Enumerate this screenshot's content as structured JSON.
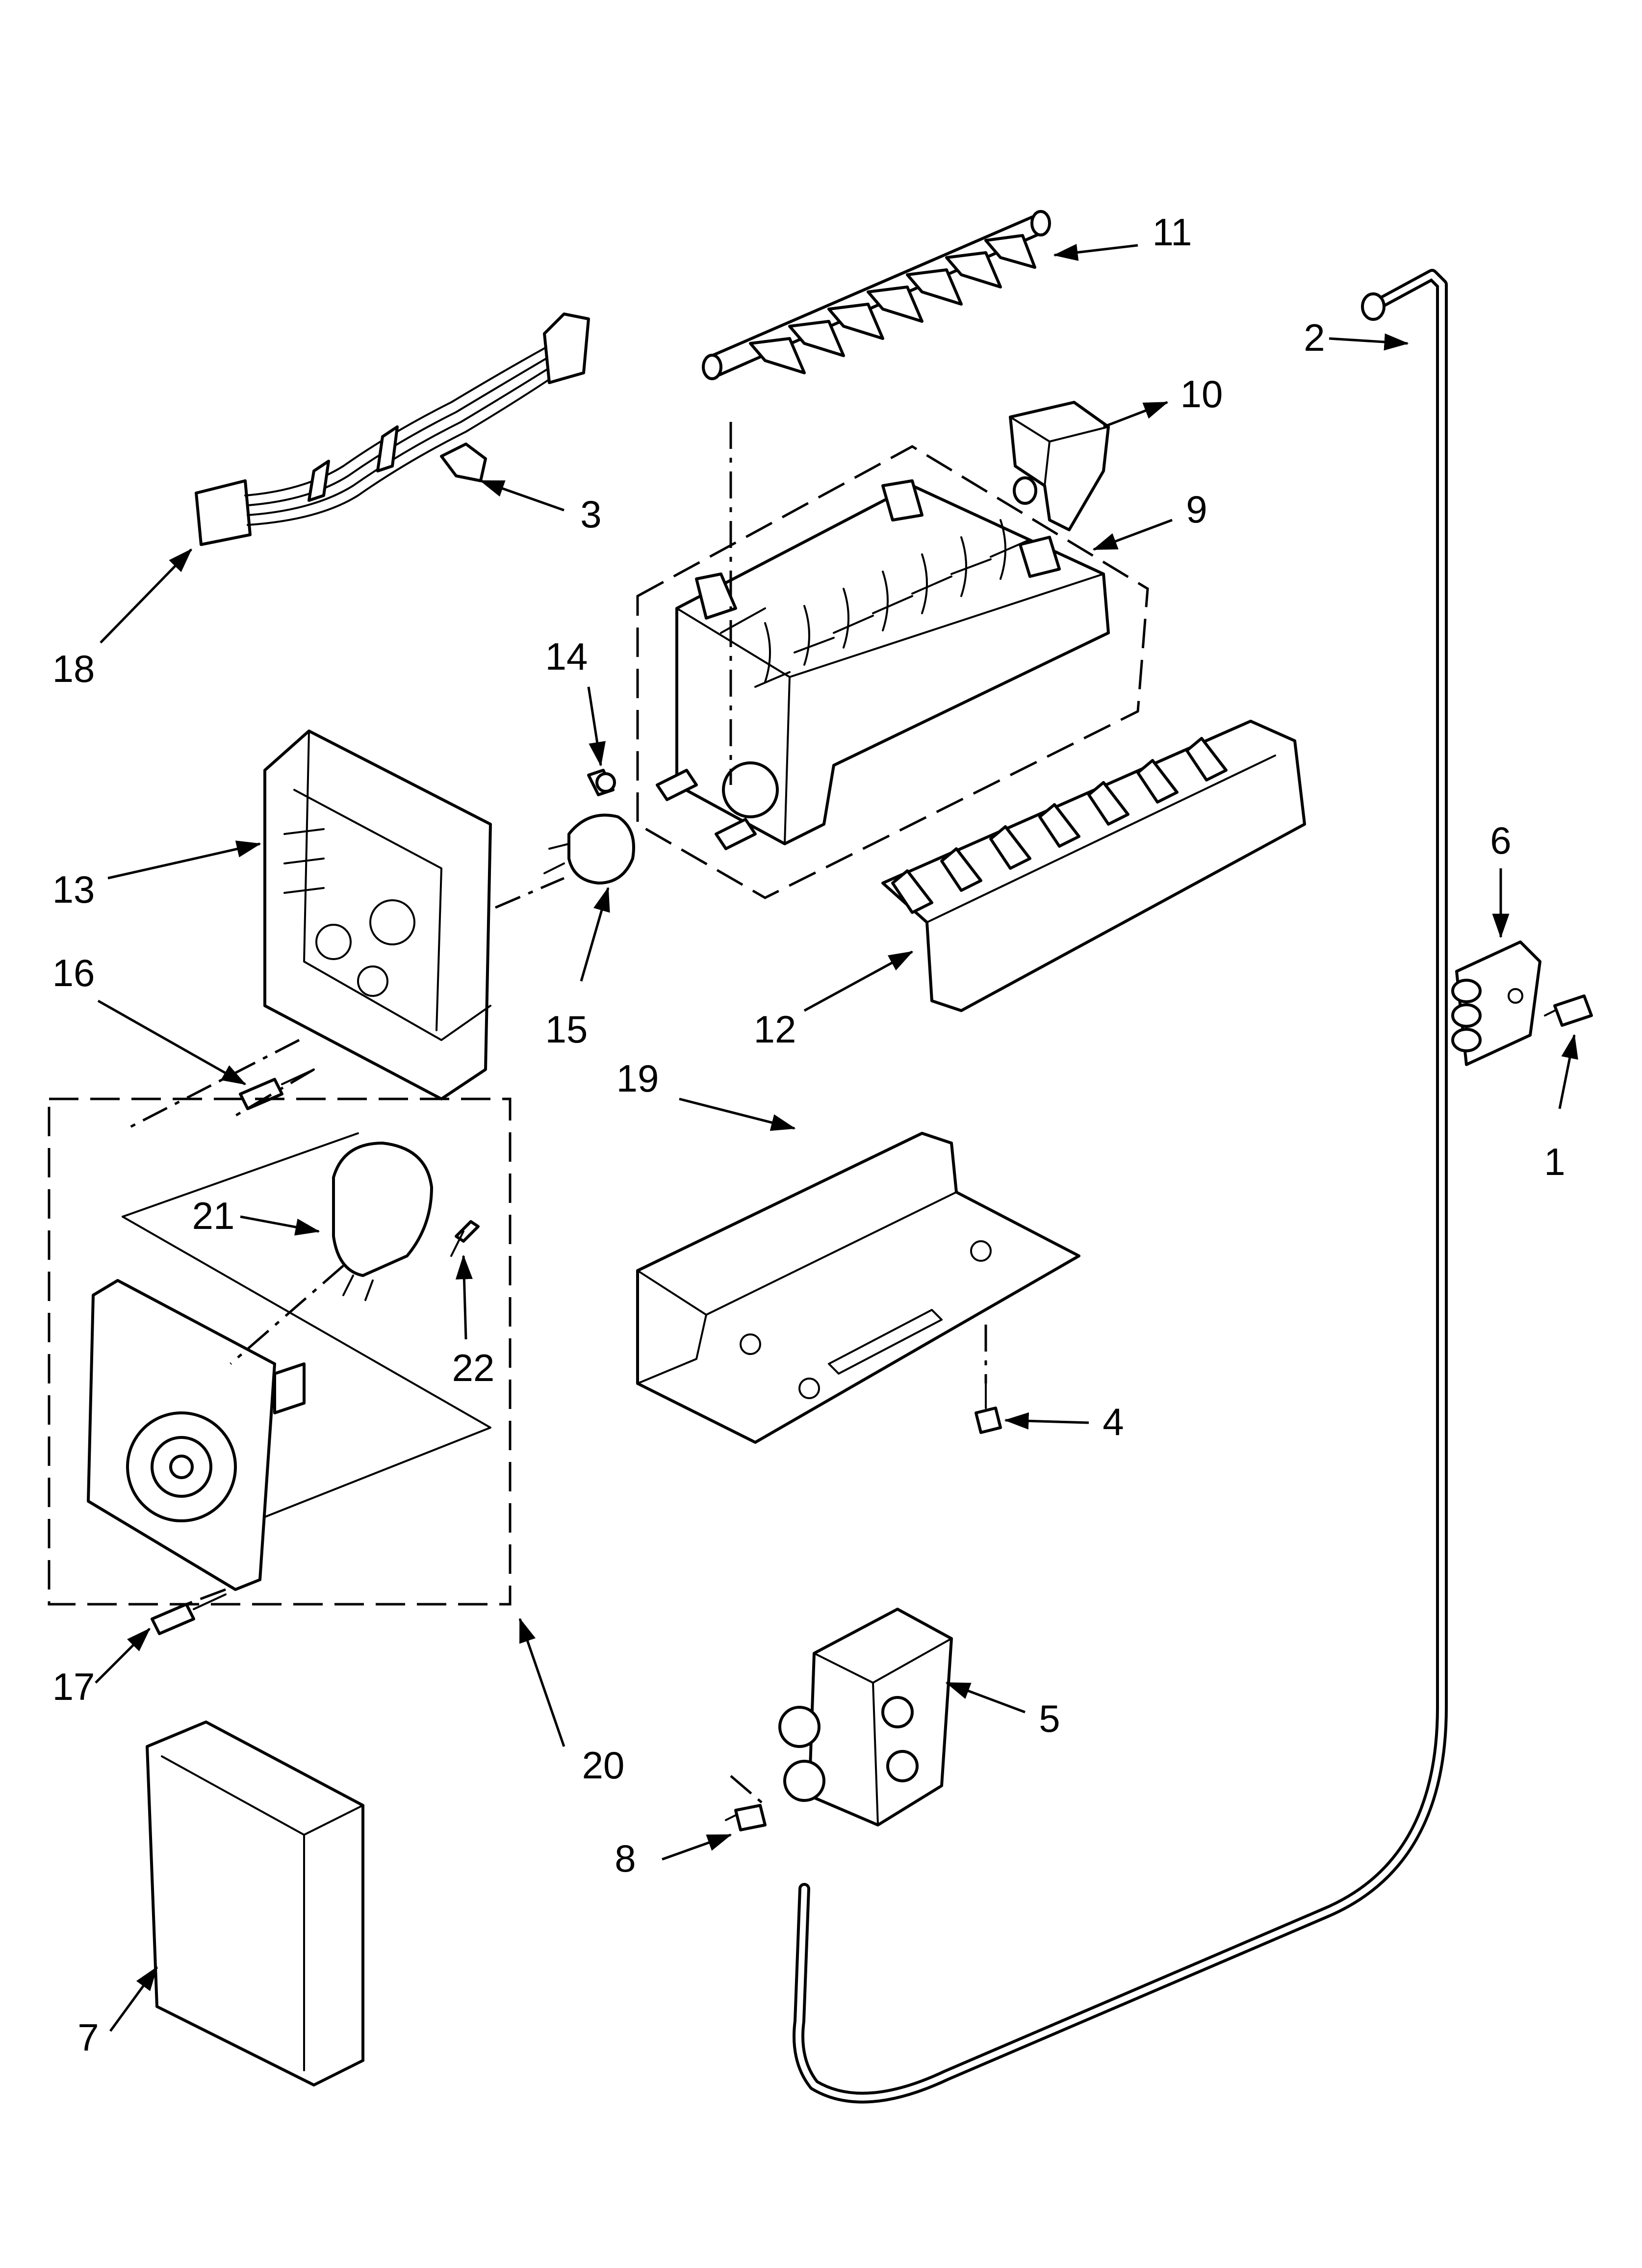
{
  "diagram": {
    "callouts": [
      "1",
      "2",
      "3",
      "4",
      "5",
      "6",
      "7",
      "8",
      "9",
      "10",
      "11",
      "12",
      "13",
      "14",
      "15",
      "16",
      "17",
      "18",
      "19",
      "20",
      "21",
      "22"
    ]
  },
  "colors": {
    "ink": "#000000",
    "paper": "#ffffff"
  }
}
